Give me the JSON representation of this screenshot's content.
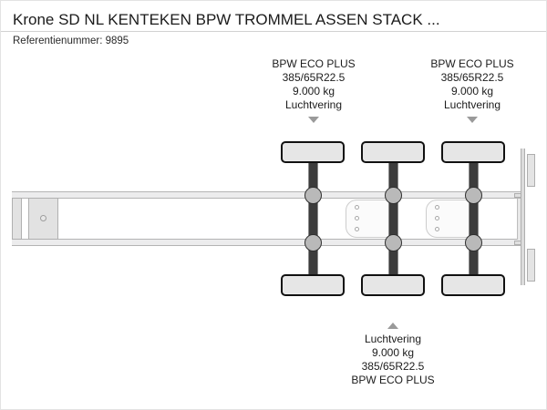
{
  "header": {
    "title": "Krone SD NL KENTEKEN BPW TROMMEL ASSEN STACK ...",
    "reference_label": "Referentienummer: 9895"
  },
  "annotations": {
    "top_left_axle": {
      "lines": [
        "BPW ECO PLUS",
        "385/65R22.5",
        "9.000 kg",
        "Luchtvering"
      ],
      "arrow": "arrow-down-icon"
    },
    "top_right_axle": {
      "lines": [
        "BPW ECO PLUS",
        "385/65R22.5",
        "9.000 kg",
        "Luchtvering"
      ],
      "arrow": "arrow-down-icon"
    },
    "bottom_axle": {
      "lines": [
        "Luchtvering",
        "9.000 kg",
        "385/65R22.5",
        "BPW ECO PLUS"
      ],
      "arrow": "arrow-up-icon"
    }
  },
  "diagram": {
    "type": "semi-trailer-side-elevation",
    "axle_count": 3,
    "colors": {
      "frame": "#ececed",
      "frame_border": "#b4b4b4",
      "tire_fill": "#e6e6e6",
      "tire_border": "#111111",
      "axle_shaft": "#3c3c3c",
      "hub": "#b9b9b9",
      "background": "#ffffff"
    }
  }
}
